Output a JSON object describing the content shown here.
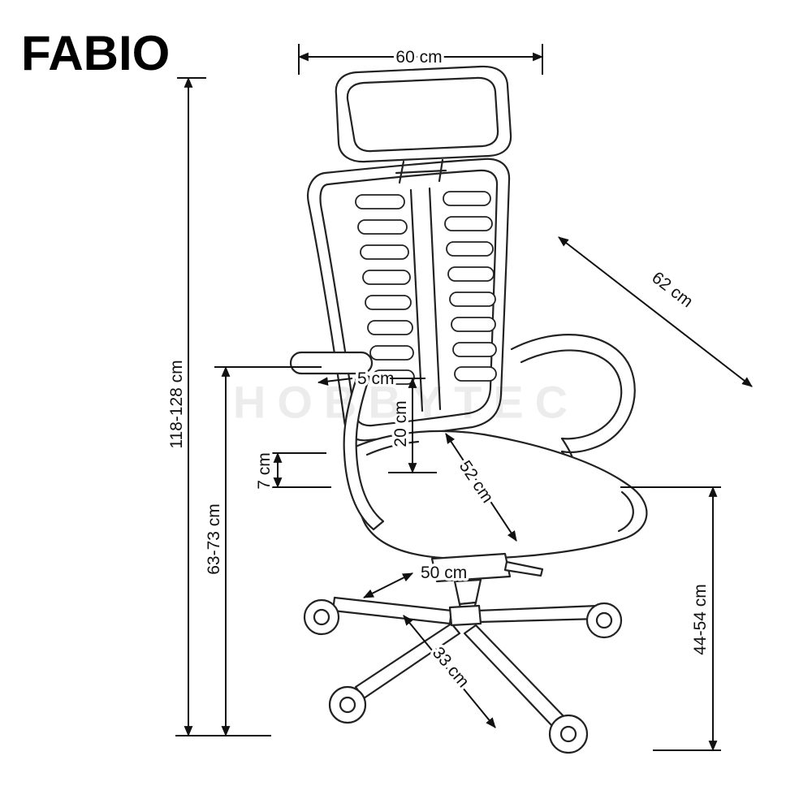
{
  "title": "FABIO",
  "watermark": "HOBBYTEC",
  "colors": {
    "line": "#1a1a1a",
    "watermark_gray": "#e8e8e8",
    "background": "#ffffff"
  },
  "dims": {
    "width_top": "60 cm",
    "backrest_diagonal": "62 cm",
    "height_total": "118-128 cm",
    "armrest_floor": "63-73 cm",
    "pad_thickness": "5 cm",
    "back_to_seat": "20 cm",
    "armrest_range": "7 cm",
    "seat_depth": "52 cm",
    "seat_width": "50 cm",
    "base_leg": "33 cm",
    "seat_height": "44-54 cm"
  }
}
